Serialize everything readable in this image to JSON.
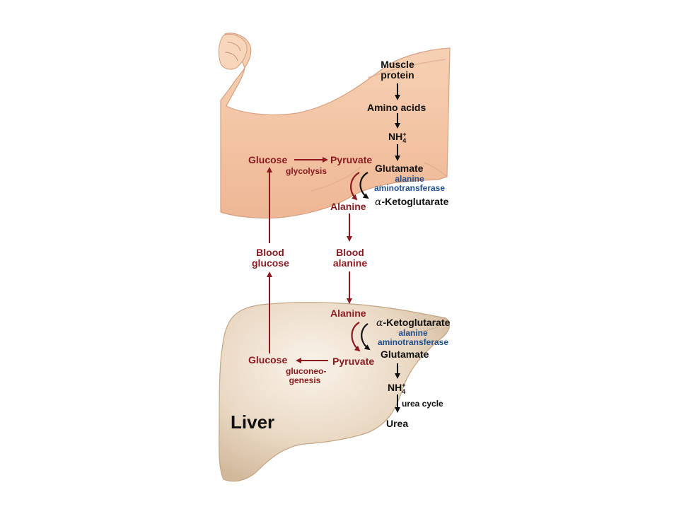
{
  "colors": {
    "pathway_red": "#8a1a1f",
    "enzyme_blue": "#1f4e8c",
    "text_black": "#111111",
    "arm_skin": "#f4c6a6",
    "liver_tan": "#e9d7c1"
  },
  "icons": {
    "arm": "flexed-arm-illustration",
    "liver": "liver-illustration"
  },
  "muscle": {
    "muscle_protein": [
      "Muscle",
      "protein"
    ],
    "amino_acids": "Amino acids",
    "nh4": {
      "base": "NH",
      "sup": "+",
      "sub": "4"
    },
    "glutamate": "Glutamate",
    "enzyme": [
      "alanine",
      "aminotransferase"
    ],
    "alpha": "α",
    "ketoglutarate": "-Ketoglutarate",
    "glucose": "Glucose",
    "glycolysis": "glycolysis",
    "pyruvate": "Pyruvate",
    "alanine": "Alanine"
  },
  "blood": {
    "glucose": [
      "Blood",
      "glucose"
    ],
    "alanine": [
      "Blood",
      "alanine"
    ]
  },
  "liver": {
    "title": "Liver",
    "alanine": "Alanine",
    "alpha": "α",
    "ketoglutarate": "-Ketoglutarate",
    "enzyme": [
      "alanine",
      "aminotransferase"
    ],
    "glutamate": "Glutamate",
    "glucose": "Glucose",
    "pyruvate": "Pyruvate",
    "gluconeogenesis": [
      "gluconeo-",
      "genesis"
    ],
    "nh4": {
      "base": "NH",
      "sup": "+",
      "sub": "4"
    },
    "urea_cycle": "urea cycle",
    "urea": "Urea"
  }
}
